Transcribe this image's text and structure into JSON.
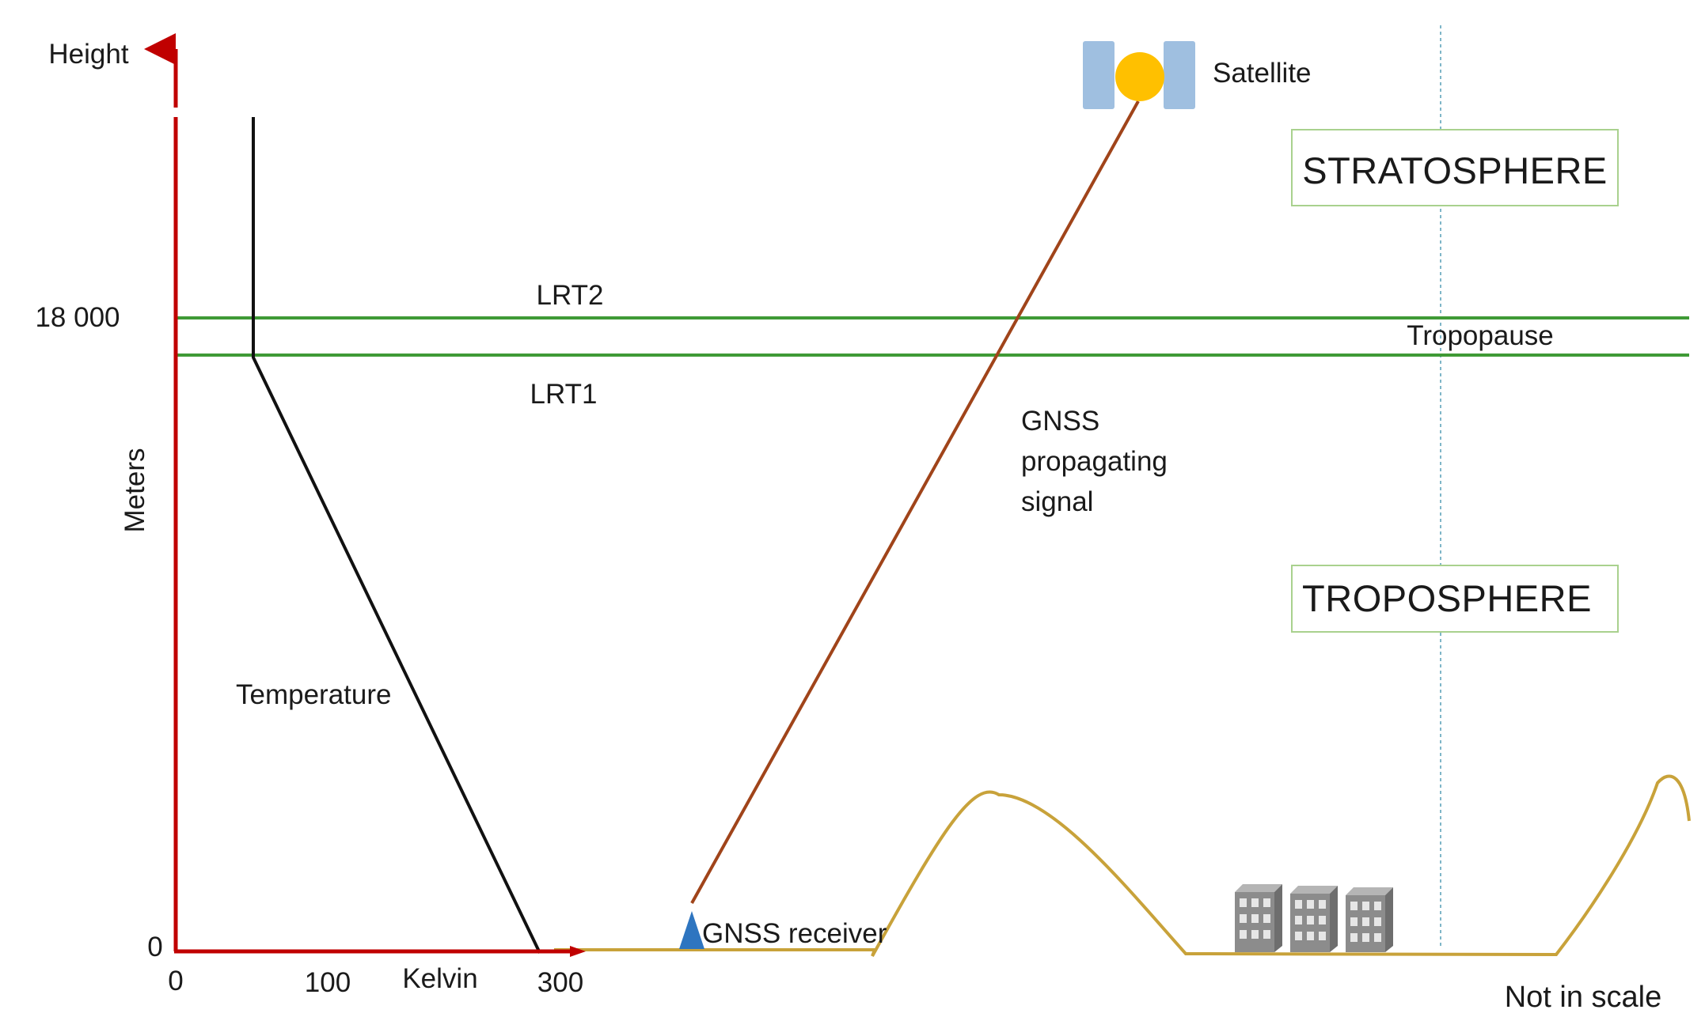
{
  "axes": {
    "y_title": "Height",
    "y_unit": "Meters",
    "y_tick_top": "18 000",
    "y_tick_bottom": "0",
    "x_unit": "Kelvin",
    "x_ticks": [
      "0",
      "100",
      "300"
    ]
  },
  "levels": {
    "upper": "LRT2",
    "lower": "LRT1",
    "band": "Tropopause"
  },
  "curves": {
    "temperature": "Temperature",
    "signal_line1": "GNSS",
    "signal_line2": "propagating",
    "signal_line3": "signal"
  },
  "objects": {
    "satellite": "Satellite",
    "receiver": "GNSS receiver"
  },
  "regions": {
    "upper": "STRATOSPHERE",
    "lower": "TROPOSPHERE"
  },
  "note": "Not in scale",
  "colors": {
    "axis": "#c00000",
    "tropopause": "#3f9a36",
    "temperature": "#111111",
    "signal": "#a0441a",
    "terrain": "#c8a23a",
    "satellite_panel": "#9fbfe0",
    "satellite_body": "#ffc000",
    "receiver": "#2e75c0",
    "box_border": "#a9d18e",
    "divider": "#7fb6c8",
    "building": "#8c8c8c"
  }
}
